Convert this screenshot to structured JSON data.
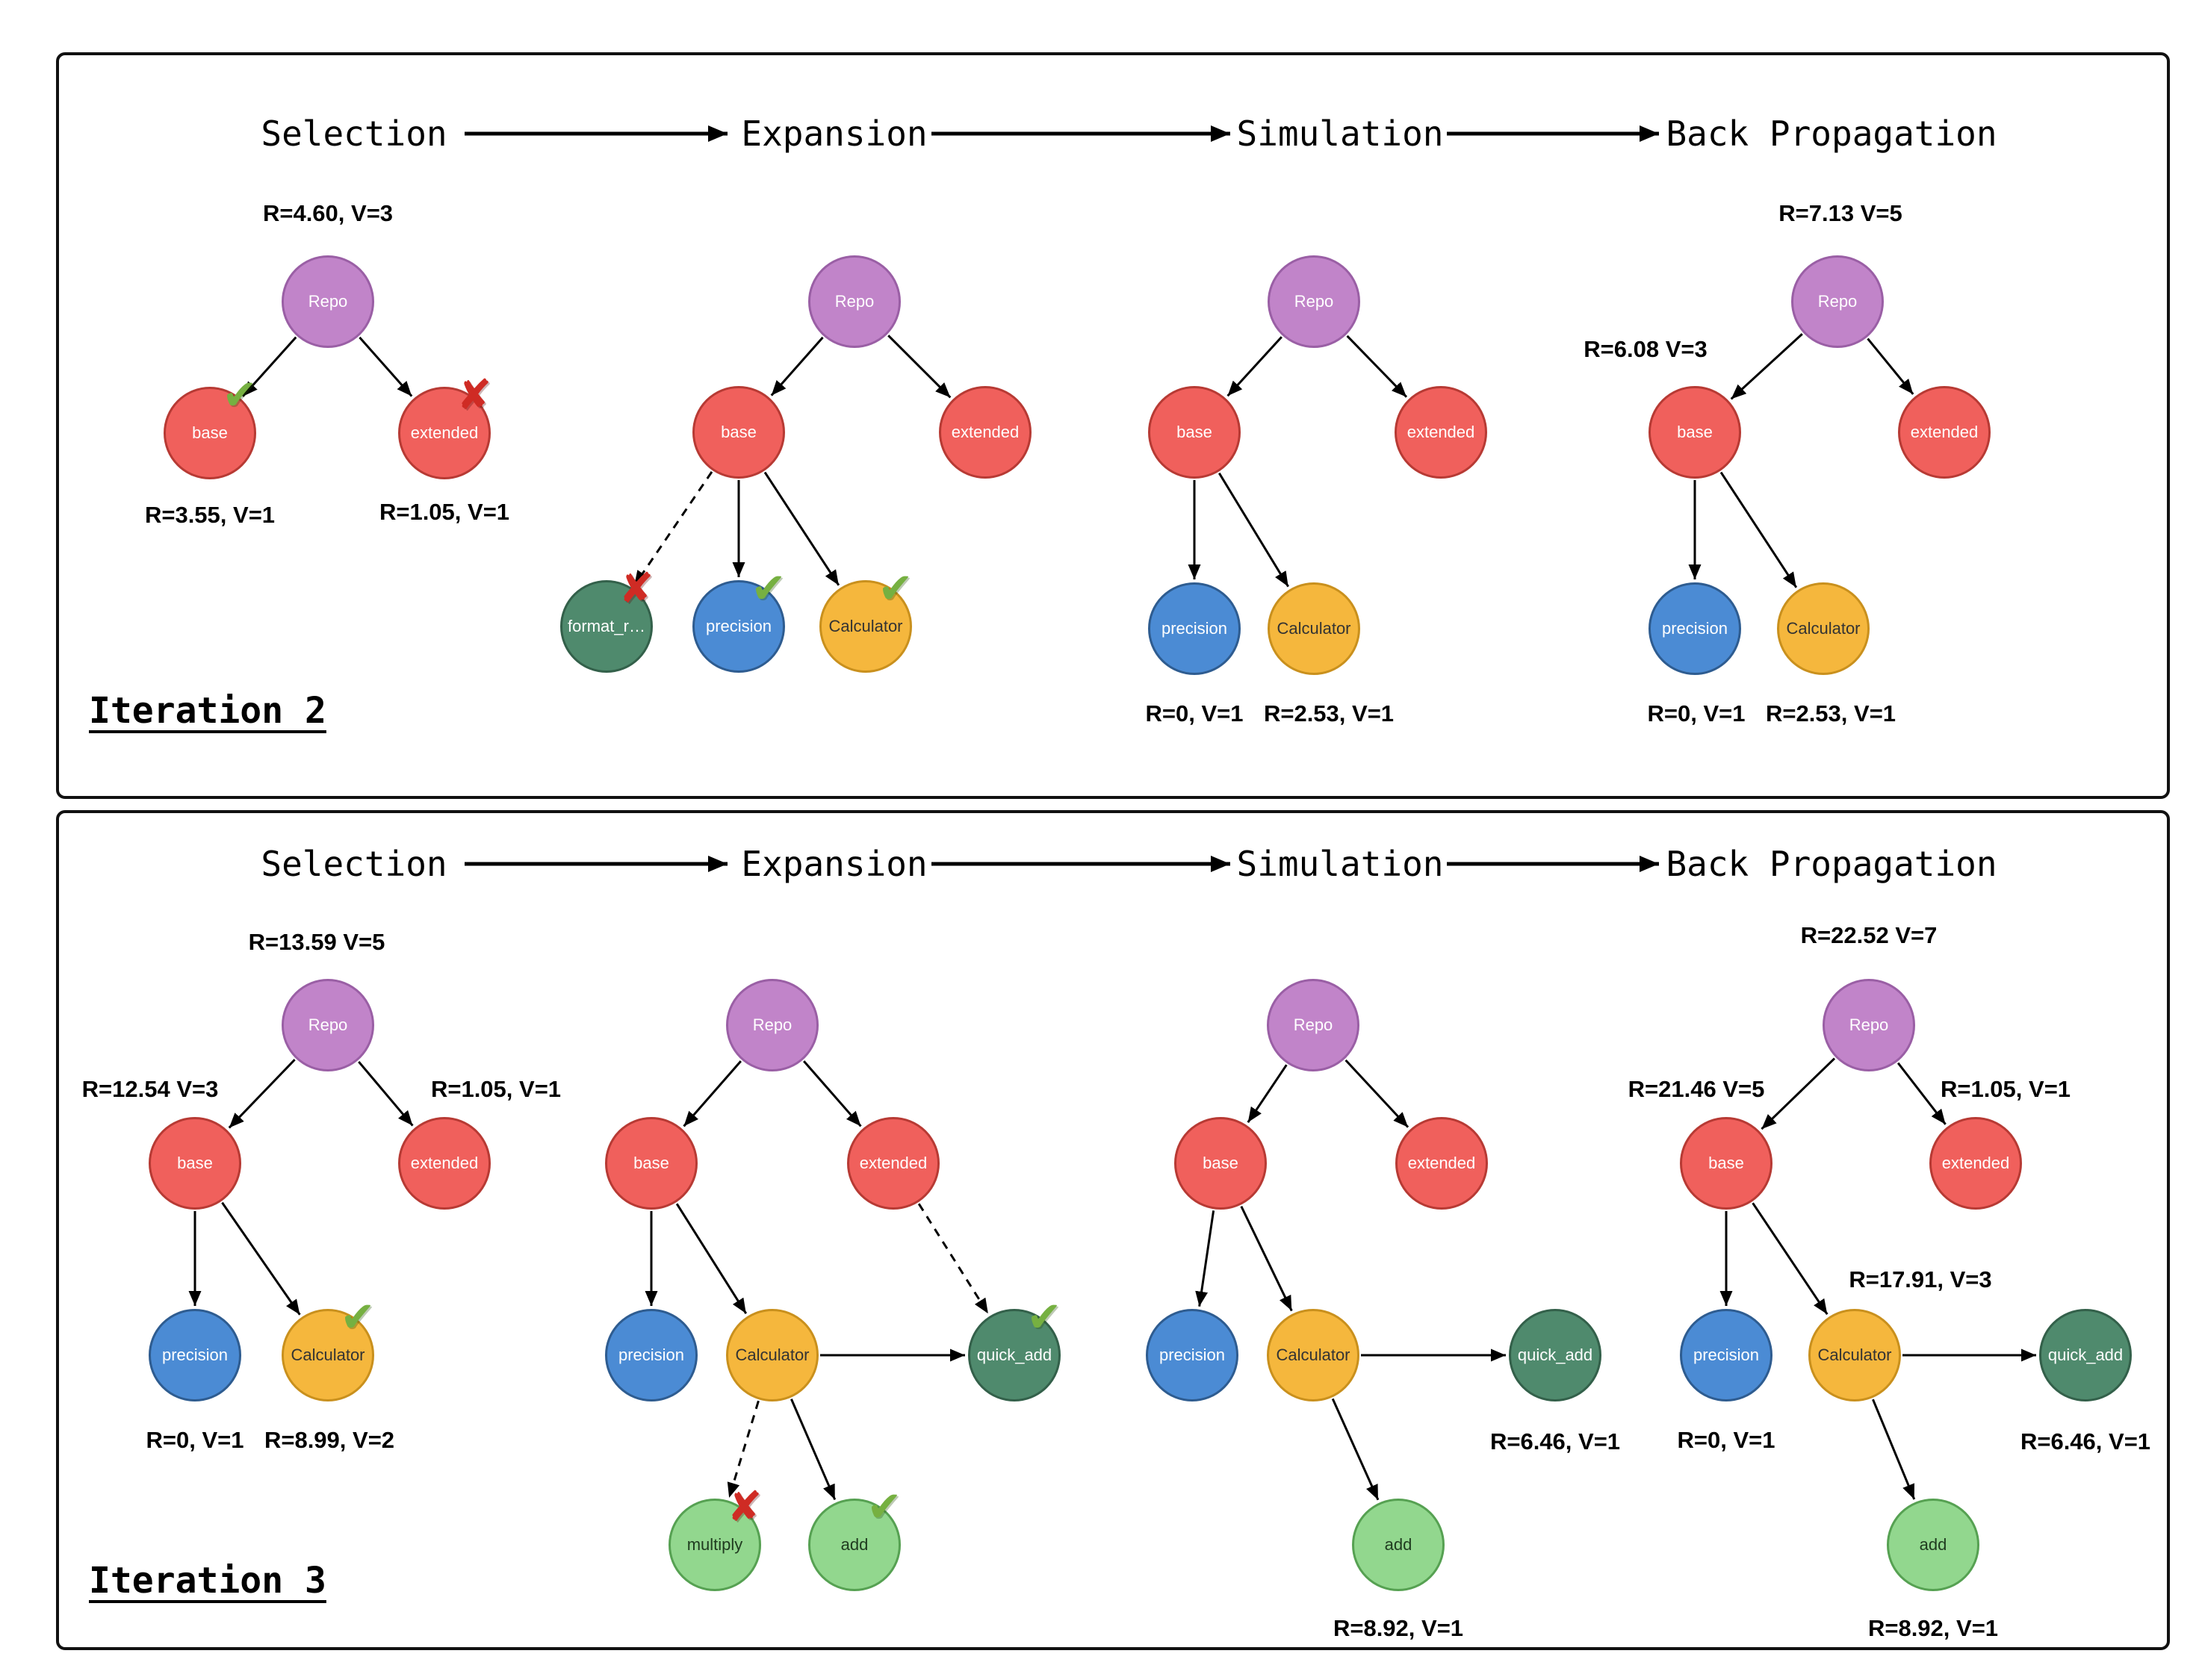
{
  "icons": {
    "check": "✔",
    "x": "✘"
  },
  "colors": {
    "edge": "#000000",
    "panel_border": "#111111",
    "check": "#76b041",
    "x": "#cf2b24",
    "node_types": {
      "purple": {
        "fill": "#c184c9",
        "stroke": "#9a5fa5",
        "text": "#ffffff"
      },
      "red": {
        "fill": "#f0605c",
        "stroke": "#b73a34",
        "text": "#ffffff"
      },
      "blue": {
        "fill": "#4b8bd4",
        "stroke": "#2e5c90",
        "text": "#ffffff"
      },
      "yellow": {
        "fill": "#f5b73d",
        "stroke": "#c9901d",
        "text": "#333333"
      },
      "darkgreen": {
        "fill": "#4f8a6d",
        "stroke": "#33604a",
        "text": "#ffffff"
      },
      "lightgreen": {
        "fill": "#92d78e",
        "stroke": "#56a152",
        "text": "#1f3b1f"
      }
    }
  },
  "panels": [
    {
      "iteration_label": "Iteration 2",
      "phases": [
        "Selection",
        "Expansion",
        "Simulation",
        "Back Propagation"
      ],
      "trees": [
        {
          "id": "i2-selection",
          "phase": "Selection",
          "nodes": [
            {
              "id": "repo",
              "label": "Repo",
              "color": "purple",
              "value": "R=4.60, V=3"
            },
            {
              "id": "base",
              "label": "base",
              "color": "red",
              "mark": "check",
              "value": "R=3.55, V=1"
            },
            {
              "id": "extended",
              "label": "extended",
              "color": "red",
              "mark": "x",
              "value": "R=1.05, V=1"
            }
          ],
          "edges": [
            {
              "from": "repo",
              "to": "base"
            },
            {
              "from": "repo",
              "to": "extended"
            }
          ]
        },
        {
          "id": "i2-expansion",
          "phase": "Expansion",
          "nodes": [
            {
              "id": "repo",
              "label": "Repo",
              "color": "purple"
            },
            {
              "id": "base",
              "label": "base",
              "color": "red"
            },
            {
              "id": "extended",
              "label": "extended",
              "color": "red"
            },
            {
              "id": "format_reverse",
              "label": "format_r…",
              "color": "darkgreen",
              "mark": "x"
            },
            {
              "id": "precision",
              "label": "precision",
              "color": "blue",
              "mark": "check"
            },
            {
              "id": "calculator",
              "label": "Calculator",
              "color": "yellow",
              "mark": "check"
            }
          ],
          "edges": [
            {
              "from": "repo",
              "to": "base"
            },
            {
              "from": "repo",
              "to": "extended"
            },
            {
              "from": "base",
              "to": "format_reverse",
              "style": "dashed"
            },
            {
              "from": "base",
              "to": "precision"
            },
            {
              "from": "base",
              "to": "calculator"
            }
          ]
        },
        {
          "id": "i2-simulation",
          "phase": "Simulation",
          "nodes": [
            {
              "id": "repo",
              "label": "Repo",
              "color": "purple"
            },
            {
              "id": "base",
              "label": "base",
              "color": "red"
            },
            {
              "id": "extended",
              "label": "extended",
              "color": "red"
            },
            {
              "id": "precision",
              "label": "precision",
              "color": "blue",
              "value": "R=0, V=1"
            },
            {
              "id": "calculator",
              "label": "Calculator",
              "color": "yellow",
              "value": "R=2.53, V=1"
            }
          ],
          "edges": [
            {
              "from": "repo",
              "to": "base"
            },
            {
              "from": "repo",
              "to": "extended"
            },
            {
              "from": "base",
              "to": "precision"
            },
            {
              "from": "base",
              "to": "calculator"
            }
          ]
        },
        {
          "id": "i2-backprop",
          "phase": "Back Propagation",
          "nodes": [
            {
              "id": "repo",
              "label": "Repo",
              "color": "purple",
              "value": "R=7.13 V=5"
            },
            {
              "id": "base",
              "label": "base",
              "color": "red",
              "value": "R=6.08 V=3"
            },
            {
              "id": "extended",
              "label": "extended",
              "color": "red"
            },
            {
              "id": "precision",
              "label": "precision",
              "color": "blue",
              "value": "R=0, V=1"
            },
            {
              "id": "calculator",
              "label": "Calculator",
              "color": "yellow",
              "value": "R=2.53, V=1"
            }
          ],
          "edges": [
            {
              "from": "repo",
              "to": "base"
            },
            {
              "from": "repo",
              "to": "extended"
            },
            {
              "from": "base",
              "to": "precision"
            },
            {
              "from": "base",
              "to": "calculator"
            }
          ]
        }
      ]
    },
    {
      "iteration_label": "Iteration 3",
      "phases": [
        "Selection",
        "Expansion",
        "Simulation",
        "Back Propagation"
      ],
      "trees": [
        {
          "id": "i3-selection",
          "phase": "Selection",
          "nodes": [
            {
              "id": "repo",
              "label": "Repo",
              "color": "purple",
              "value": "R=13.59 V=5"
            },
            {
              "id": "base",
              "label": "base",
              "color": "red",
              "value": "R=12.54 V=3"
            },
            {
              "id": "extended",
              "label": "extended",
              "color": "red",
              "value": "R=1.05, V=1"
            },
            {
              "id": "precision",
              "label": "precision",
              "color": "blue",
              "value": "R=0, V=1"
            },
            {
              "id": "calculator",
              "label": "Calculator",
              "color": "yellow",
              "mark": "check",
              "value": "R=8.99, V=2"
            }
          ],
          "edges": [
            {
              "from": "repo",
              "to": "base"
            },
            {
              "from": "repo",
              "to": "extended"
            },
            {
              "from": "base",
              "to": "precision"
            },
            {
              "from": "base",
              "to": "calculator"
            }
          ]
        },
        {
          "id": "i3-expansion",
          "phase": "Expansion",
          "nodes": [
            {
              "id": "repo",
              "label": "Repo",
              "color": "purple"
            },
            {
              "id": "base",
              "label": "base",
              "color": "red"
            },
            {
              "id": "extended",
              "label": "extended",
              "color": "red"
            },
            {
              "id": "precision",
              "label": "precision",
              "color": "blue"
            },
            {
              "id": "calculator",
              "label": "Calculator",
              "color": "yellow"
            },
            {
              "id": "quick_add",
              "label": "quick_add",
              "color": "darkgreen",
              "mark": "check"
            },
            {
              "id": "multiply",
              "label": "multiply",
              "color": "lightgreen",
              "mark": "x"
            },
            {
              "id": "add",
              "label": "add",
              "color": "lightgreen",
              "mark": "check"
            }
          ],
          "edges": [
            {
              "from": "repo",
              "to": "base"
            },
            {
              "from": "repo",
              "to": "extended"
            },
            {
              "from": "base",
              "to": "precision"
            },
            {
              "from": "base",
              "to": "calculator"
            },
            {
              "from": "extended",
              "to": "quick_add",
              "style": "dashed"
            },
            {
              "from": "calculator",
              "to": "quick_add"
            },
            {
              "from": "calculator",
              "to": "multiply",
              "style": "dashed"
            },
            {
              "from": "calculator",
              "to": "add"
            }
          ]
        },
        {
          "id": "i3-simulation",
          "phase": "Simulation",
          "nodes": [
            {
              "id": "repo",
              "label": "Repo",
              "color": "purple"
            },
            {
              "id": "base",
              "label": "base",
              "color": "red"
            },
            {
              "id": "extended",
              "label": "extended",
              "color": "red"
            },
            {
              "id": "precision",
              "label": "precision",
              "color": "blue"
            },
            {
              "id": "calculator",
              "label": "Calculator",
              "color": "yellow"
            },
            {
              "id": "quick_add",
              "label": "quick_add",
              "color": "darkgreen",
              "value": "R=6.46, V=1"
            },
            {
              "id": "add",
              "label": "add",
              "color": "lightgreen",
              "value": "R=8.92, V=1"
            }
          ],
          "edges": [
            {
              "from": "repo",
              "to": "base"
            },
            {
              "from": "repo",
              "to": "extended"
            },
            {
              "from": "base",
              "to": "precision"
            },
            {
              "from": "base",
              "to": "calculator"
            },
            {
              "from": "calculator",
              "to": "quick_add"
            },
            {
              "from": "calculator",
              "to": "add"
            }
          ]
        },
        {
          "id": "i3-backprop",
          "phase": "Back Propagation",
          "nodes": [
            {
              "id": "repo",
              "label": "Repo",
              "color": "purple",
              "value": "R=22.52 V=7"
            },
            {
              "id": "base",
              "label": "base",
              "color": "red",
              "value": "R=21.46 V=5"
            },
            {
              "id": "extended",
              "label": "extended",
              "color": "red",
              "value": "R=1.05, V=1"
            },
            {
              "id": "precision",
              "label": "precision",
              "color": "blue",
              "value": "R=0, V=1"
            },
            {
              "id": "calculator",
              "label": "Calculator",
              "color": "yellow",
              "value": "R=17.91, V=3"
            },
            {
              "id": "quick_add",
              "label": "quick_add",
              "color": "darkgreen",
              "value": "R=6.46, V=1"
            },
            {
              "id": "add",
              "label": "add",
              "color": "lightgreen",
              "value": "R=8.92, V=1"
            }
          ],
          "edges": [
            {
              "from": "repo",
              "to": "base"
            },
            {
              "from": "repo",
              "to": "extended"
            },
            {
              "from": "base",
              "to": "precision"
            },
            {
              "from": "base",
              "to": "calculator"
            },
            {
              "from": "calculator",
              "to": "quick_add"
            },
            {
              "from": "calculator",
              "to": "add"
            }
          ]
        }
      ]
    }
  ]
}
